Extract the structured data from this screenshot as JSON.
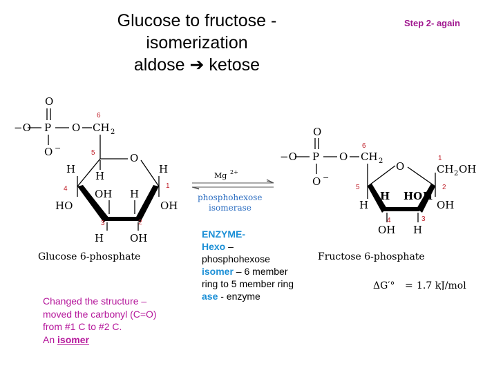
{
  "slide": {
    "title_lines": [
      "Glucose to fructose -",
      "isomerization",
      "aldose ➔ ketose"
    ],
    "step_label": "Step 2- again"
  },
  "glucose": {
    "phosphate": {
      "O_top": "O",
      "O_left": "−O",
      "P": "P",
      "O_link": "O",
      "CH2": "CH",
      "sub2": "2",
      "O_bottom": "O",
      "minus": "−"
    },
    "ring_O": "O",
    "substituents": {
      "H_5": "H",
      "H_left": "H",
      "H_right": "H",
      "HO_4": "HO",
      "OH_3": "OH",
      "H_3": "H",
      "OH_1": "OH",
      "H_bottom": "H",
      "OH_bottom": "OH"
    },
    "carbon_numbers": [
      "1",
      "2",
      "3",
      "4",
      "5",
      "6"
    ],
    "name": "Glucose 6-phosphate"
  },
  "fructose": {
    "phosphate": {
      "O_top": "O",
      "O_left": "−O",
      "P": "P",
      "O_link": "O",
      "CH2": "CH",
      "sub2": "2",
      "O_bottom": "O",
      "minus": "−"
    },
    "ring_O": "O",
    "substituents": {
      "CH2OH_1": "CH",
      "CH2OH_1_sub": "2",
      "CH2OH_1_end": "OH",
      "H_5": "H",
      "HO_3": "HO",
      "H_ring": "H",
      "OH_2": "OH",
      "H_left": "H",
      "OH_4": "OH",
      "H_4": "H"
    },
    "carbon_numbers": [
      "1",
      "2",
      "3",
      "4",
      "5",
      "6"
    ],
    "name": "Fructose 6-phosphate"
  },
  "reaction": {
    "cofactor": "Mg",
    "cofactor_charge": "2+",
    "enzyme_line1": "phosphohexose",
    "enzyme_line2": "isomerase"
  },
  "delta_g": {
    "symbol": "ΔG′°",
    "equals": "=",
    "value": "1.7 kJ/mol"
  },
  "enzyme_note": {
    "title": "ENZYME-",
    "hexo": "Hexo",
    "dash1": " –",
    "phospho": "phosphohexose",
    "isomer": "isomer",
    "ring_text": " – 6 member ring to 5 member ring",
    "ase": "ase",
    "ase_text": " - enzyme"
  },
  "change_note": {
    "line1": "Changed the structure –",
    "line2": "moved the carbonyl (C=O)",
    "line3": "from #1 C to #2 C.",
    "line4_prefix": "An ",
    "isomer_link": "isomer"
  },
  "colors": {
    "title": "#000000",
    "step": "#a0178f",
    "carbon_numbers": "#c0202a",
    "enzyme_box_text": "#2a6cc0",
    "enzyme_highlight": "#1b8fd6",
    "change_note": "#b5179b"
  }
}
